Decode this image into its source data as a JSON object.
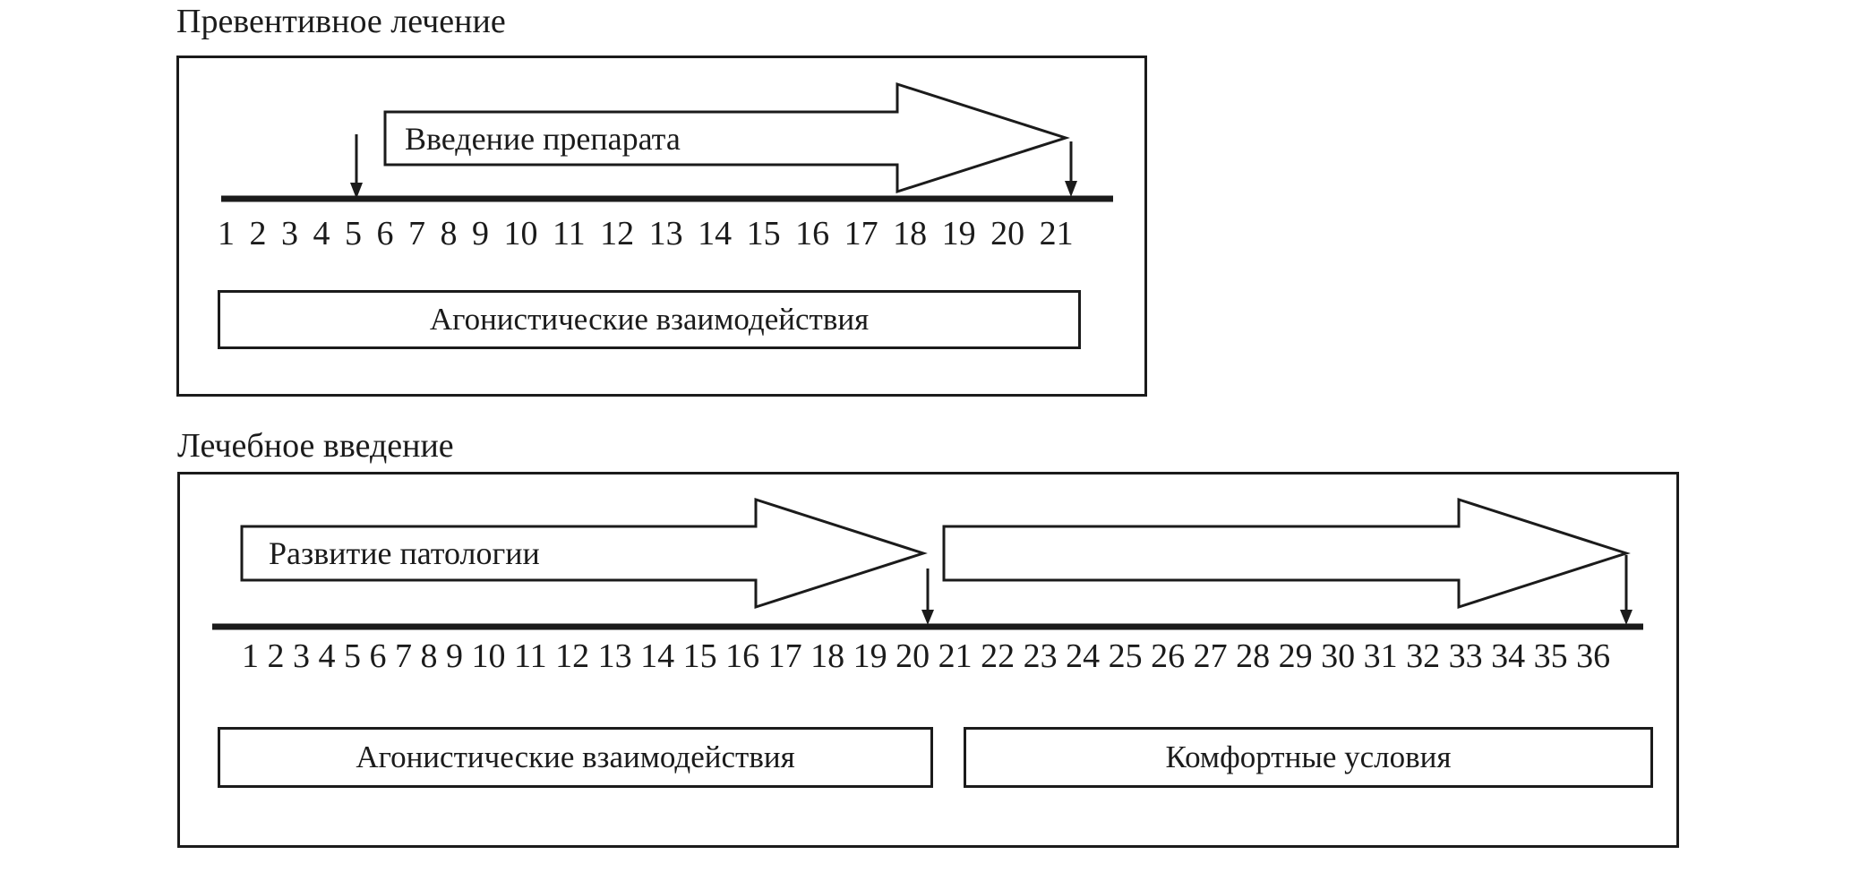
{
  "colors": {
    "background": "#ffffff",
    "line": "#1b1b1b"
  },
  "panel_preventive": {
    "title": "Превентивное лечение",
    "arrow_label": "Введение препарата",
    "timeline_numbers": "1 2 3 4 5 6 7 8 9 10 11 12 13 14 15 16 17 18 19 20 21",
    "agonistic_box_label": "Агонистические взаимодействия",
    "markers": {
      "arrow_start_day": 5,
      "arrow_end_day": 21
    }
  },
  "panel_therapeutic": {
    "title": "Лечебное введение",
    "arrow_label": "Развитие патологии",
    "timeline_numbers": "1 2 3 4 5 6 7 8 9 10 11 12 13 14 15 16 17 18 19 20 21 22 23 24 25 26 27 28 29 30 31 32 33 34 35 36",
    "agonistic_box_label": "Агонистические взаимодействия",
    "comfort_box_label": "Комфортные условия",
    "markers": {
      "pathology_arrow_end_day": 20.5,
      "second_arrow_end_day": 36
    }
  }
}
